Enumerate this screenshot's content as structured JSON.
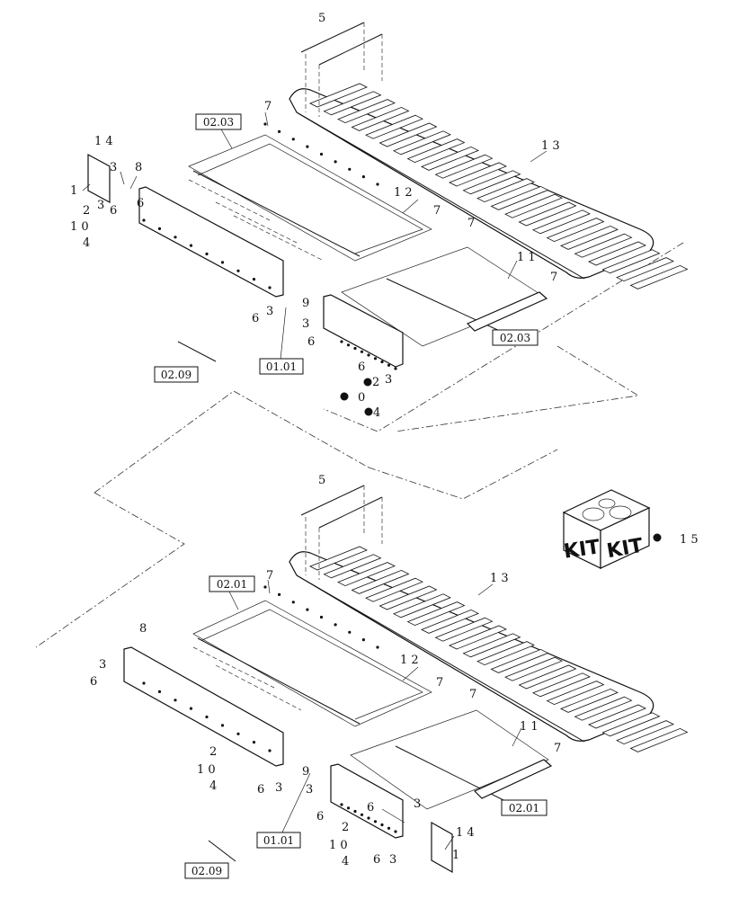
{
  "callouts": {
    "top": {
      "c5": "5",
      "c13": "1 3",
      "c7a": "7",
      "c14": "1 4",
      "c8": "8",
      "c1a": "1",
      "c3a": "3",
      "c6a": "6",
      "c2a": "2",
      "c3b": "3",
      "c6b": "6",
      "c10a": "1 0",
      "c4a": "4",
      "c12": "1 2",
      "c7b": "7",
      "c7c": "7",
      "c11": "1 1",
      "c7d": "7",
      "c9": "9",
      "c3c": "3",
      "c6c": "6",
      "c6d": "6",
      "c3d": "3",
      "c3e": "3",
      "c6e": "6",
      "c2b": "2",
      "c10b": "0",
      "c4b": "4"
    },
    "bottom": {
      "c5": "5",
      "c13": "1 3",
      "c15": "1 5",
      "c7a": "7",
      "c8": "8",
      "c3a": "3",
      "c6a": "6",
      "c12": "1 2",
      "c7b": "7",
      "c7c": "7",
      "c11": "1 1",
      "c7d": "7",
      "c2a": "2",
      "c10a": "1 0",
      "c4a": "4",
      "c6b": "6",
      "c3b": "3",
      "c9": "9",
      "c3c": "3",
      "c6c": "6",
      "c3d": "3",
      "c6d": "6",
      "c14": "1 4",
      "c1": "1",
      "c2b": "2",
      "c10b": "1 0",
      "c4b": "4",
      "c6e": "6",
      "c3e": "3"
    }
  },
  "references": {
    "top_0203_a": "02.03",
    "top_0203_b": "02.03",
    "top_0101": "01.01",
    "top_0209": "02.09",
    "bottom_0201_a": "02.01",
    "bottom_0201_b": "02.01",
    "bottom_0101": "01.01",
    "bottom_0209": "02.09"
  },
  "kit": {
    "label_left": "KIT",
    "label_right": "KIT"
  },
  "colors": {
    "line": "#111111",
    "background": "#ffffff"
  }
}
